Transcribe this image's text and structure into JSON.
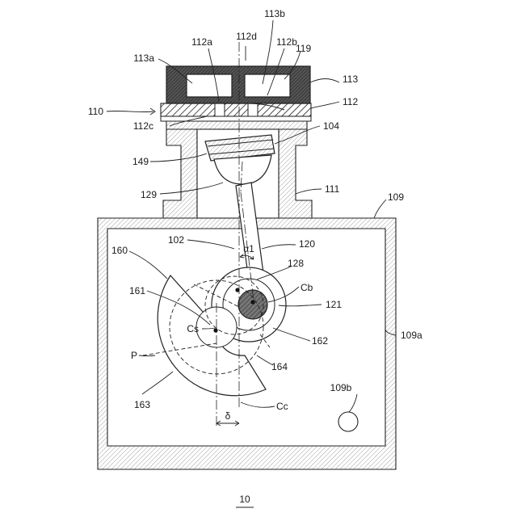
{
  "figure": {
    "number": "10",
    "labels": {
      "l110": "110",
      "l113a": "113a",
      "l112a": "112a",
      "l112d": "112d",
      "l113b": "113b",
      "l112b": "112b",
      "l119": "119",
      "l113": "113",
      "l112": "112",
      "l112c": "112c",
      "l104": "104",
      "l149": "149",
      "l129": "129",
      "l111": "111",
      "l109": "109",
      "l102": "102",
      "la1": "α1",
      "l120": "120",
      "l160": "160",
      "l128": "128",
      "lCb": "Cb",
      "l161": "161",
      "l121": "121",
      "lCs": "Cs",
      "l162": "162",
      "l109a": "109a",
      "lP": "P",
      "l164": "164",
      "l163": "163",
      "l109b": "109b",
      "ld": "δ",
      "lCc": "Cc"
    }
  },
  "colors": {
    "line": "#222222",
    "hatch_dense": "#333333",
    "background": "#ffffff"
  }
}
